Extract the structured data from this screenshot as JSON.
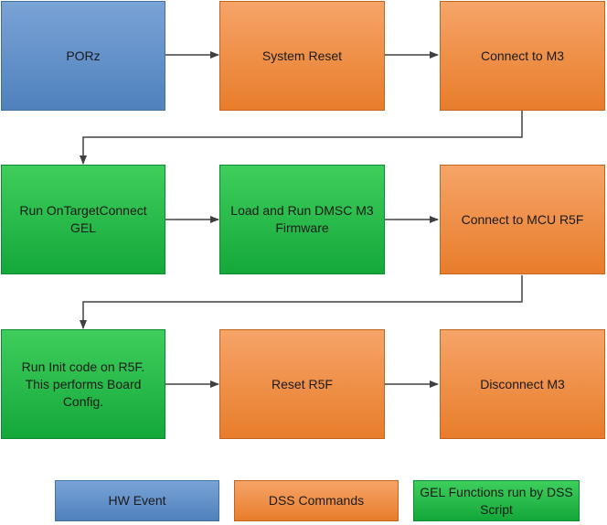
{
  "colors": {
    "hw_event": "#4f81bd",
    "dss_commands": "#e87d2b",
    "gel_functions": "#14a83a",
    "connector": "#404040"
  },
  "nodes": [
    {
      "id": "porz",
      "label": "PORz",
      "type": "hw_event"
    },
    {
      "id": "system-reset",
      "label": "System Reset",
      "type": "dss_commands"
    },
    {
      "id": "connect-m3",
      "label": "Connect to M3",
      "type": "dss_commands"
    },
    {
      "id": "run-ontargetconnect",
      "label": "Run OnTargetConnect\nGEL",
      "type": "gel_functions"
    },
    {
      "id": "load-run-dmsc",
      "label": "Load and Run DMSC M3\nFirmware",
      "type": "gel_functions"
    },
    {
      "id": "connect-mcu-r5f",
      "label": "Connect to MCU R5F",
      "type": "dss_commands"
    },
    {
      "id": "run-init-code",
      "label": "Run Init code on R5F.\nThis performs Board\nConfig.",
      "type": "gel_functions"
    },
    {
      "id": "reset-r5f",
      "label": "Reset R5F",
      "type": "dss_commands"
    },
    {
      "id": "disconnect-m3",
      "label": "Disconnect M3",
      "type": "dss_commands"
    }
  ],
  "edges": [
    [
      "porz",
      "system-reset"
    ],
    [
      "system-reset",
      "connect-m3"
    ],
    [
      "connect-m3",
      "run-ontargetconnect"
    ],
    [
      "run-ontargetconnect",
      "load-run-dmsc"
    ],
    [
      "load-run-dmsc",
      "connect-mcu-r5f"
    ],
    [
      "connect-mcu-r5f",
      "run-init-code"
    ],
    [
      "run-init-code",
      "reset-r5f"
    ],
    [
      "reset-r5f",
      "disconnect-m3"
    ]
  ],
  "legend": [
    {
      "label": "HW Event",
      "type": "hw_event"
    },
    {
      "label": "DSS Commands",
      "type": "dss_commands"
    },
    {
      "label": "GEL Functions run by DSS\nScript",
      "type": "gel_functions"
    }
  ]
}
